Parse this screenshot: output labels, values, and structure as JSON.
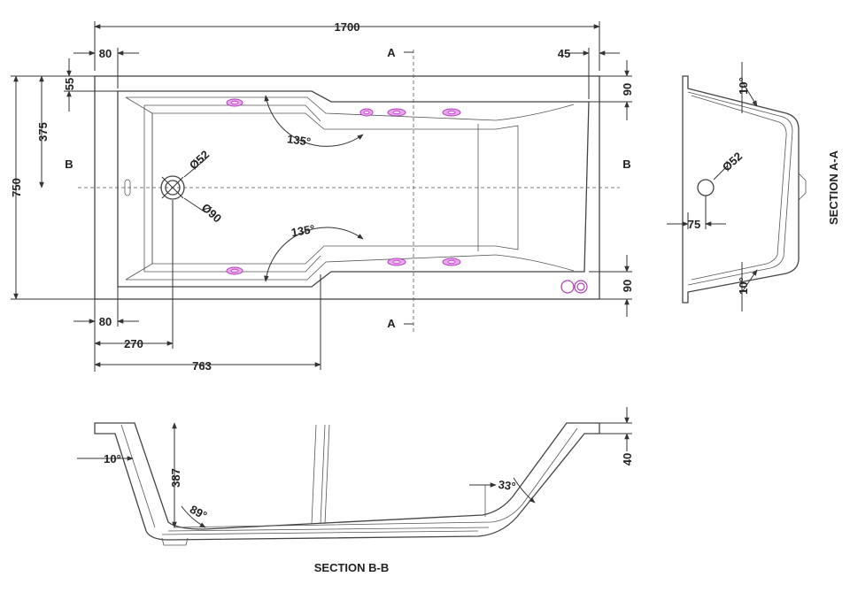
{
  "plan": {
    "overall_length": "1700",
    "left_rim": "80",
    "right_rim": "45",
    "top_rim": "55",
    "right_top_step": "90",
    "right_bottom_step": "90",
    "half_width": "375",
    "overall_width": "750",
    "bottom_left_rim": "80",
    "waste_offset": "270",
    "step_offset": "763",
    "upper_angle": "135°",
    "lower_angle": "135°",
    "waste_dia": "Ø52",
    "waste_outer_dia": "Ø90",
    "section_a_top": "A",
    "section_a_bottom": "A",
    "section_b_left": "B",
    "section_b_right": "B"
  },
  "section_aa": {
    "title": "SECTION A-A",
    "top_angle": "10°",
    "bottom_angle": "10°",
    "waste_dia": "Ø52",
    "waste_offset": "75"
  },
  "section_bb": {
    "title": "SECTION B-B",
    "left_angle": "10°",
    "depth": "387",
    "corner_angle": "89°",
    "slope_angle": "33°",
    "rim_height": "40"
  }
}
